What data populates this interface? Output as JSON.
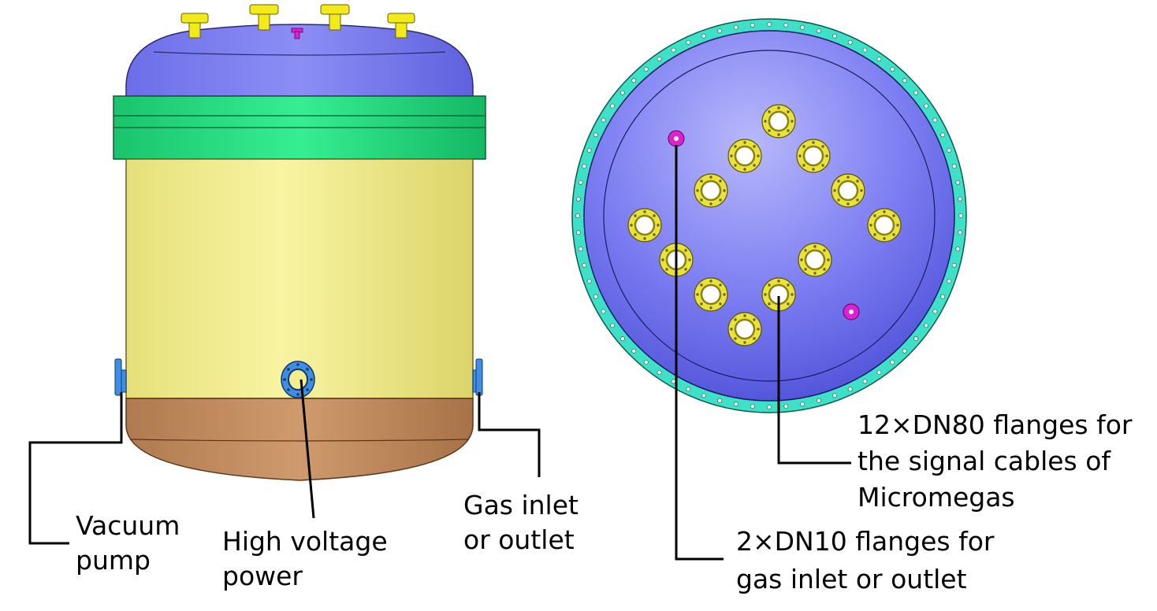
{
  "labels": {
    "vacuum_pump_1": "Vacuum",
    "vacuum_pump_2": "pump",
    "hv_power_1": "High voltage",
    "hv_power_2": "power",
    "gas_port_1": "Gas inlet",
    "gas_port_2": "or outlet",
    "signal_flanges_1": "12×DN80 flanges for",
    "signal_flanges_2": "the signal cables of",
    "signal_flanges_3": "Micromegas",
    "gas_flanges_1": "2×DN10 flanges for",
    "gas_flanges_2": "gas inlet or outlet"
  },
  "colors": {
    "top_head": "#7b7cf0",
    "flange_band": "#1fd57a",
    "cylinder": "#f3ef8e",
    "bottom_head": "#c08a5e",
    "top_port": "#f2ea1a",
    "pink_port": "#e020d0",
    "side_port": "#3f8ee6",
    "outer_ring": "#3fe0c8",
    "inner_disk": "#6f70ee"
  }
}
